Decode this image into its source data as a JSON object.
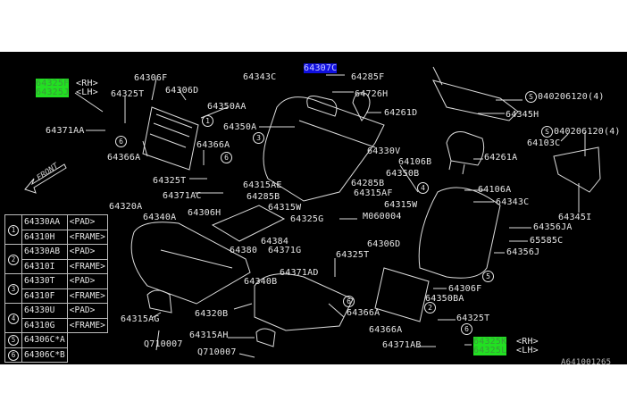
{
  "labels": {
    "p64325F": "64325F",
    "rh1": "<RH>",
    "p64325J": "64325J",
    "lh1": "<LH>",
    "p64306F_a": "64306F",
    "p64306D_a": "64306D",
    "p64325T_a": "64325T",
    "p64350AA": "64350AA",
    "p64371AA": "64371AA",
    "p64366A_a": "64366A",
    "p64366A_b": "64366A",
    "p64325T_b": "64325T",
    "p64371AC": "64371AC",
    "p64315AE": "64315AE",
    "p64285B_a": "64285B",
    "p64315W_a": "64315W",
    "p64320A": "64320A",
    "p64340A": "64340A",
    "p64306H": "64306H",
    "p64343C_a": "64343C",
    "p64350A": "64350A",
    "p64307C": "64307C",
    "p64285F": "64285F",
    "p64726H": "64726H",
    "p64261D": "64261D",
    "p64330V": "64330V",
    "p64106B": "64106B",
    "p64350B": "64350B",
    "p64285B_b": "64285B",
    "p64315AF": "64315AF",
    "p64315W_b": "64315W",
    "p64325G": "64325G",
    "pM060004": "M060004",
    "p64106A": "64106A",
    "p64343C_b": "64343C",
    "p64261A": "64261A",
    "p64345H": "64345H",
    "bolt_a": "040206120(4)",
    "bolt_b": "040206120(4)",
    "p64103C": "64103C",
    "p64345I": "64345I",
    "p64356JA": "64356JA",
    "p65585C": "65585C",
    "p64356J": "64356J",
    "p64306D_b": "64306D",
    "p64325T_c": "64325T",
    "p64384": "64384",
    "p64380": "64380",
    "p64371G": "64371G",
    "p64371AD": "64371AD",
    "p64340B": "64340B",
    "p64306F_b": "64306F",
    "p64350BA": "64350BA",
    "p64366A_c": "64366A",
    "p64366A_d": "64366A",
    "p64325T_d": "64325T",
    "p64371AB": "64371AB",
    "p64325K": "64325K",
    "rh2": "<RH>",
    "p64325L": "64325L",
    "lh2": "<LH>",
    "p64320B": "64320B",
    "p64315AG": "64315AG",
    "q1": "Q710007",
    "p64315AH": "64315AH",
    "q2": "Q710007",
    "figno": "A641001265",
    "front": "FRONT",
    "s": "S"
  },
  "callouts": {
    "one": "1",
    "two": "2",
    "three": "3",
    "four": "4",
    "five": "5",
    "six": "6"
  },
  "legend_table": [
    {
      "ref": "1",
      "part": "64330AA",
      "desc": "<PAD>"
    },
    {
      "ref": "",
      "part": "64310H",
      "desc": "<FRAME>"
    },
    {
      "ref": "2",
      "part": "64330AB",
      "desc": "<PAD>"
    },
    {
      "ref": "",
      "part": "64310I",
      "desc": "<FRAME>"
    },
    {
      "ref": "3",
      "part": "64330T",
      "desc": "<PAD>"
    },
    {
      "ref": "",
      "part": "64310F",
      "desc": "<FRAME>"
    },
    {
      "ref": "4",
      "part": "64330U",
      "desc": "<PAD>"
    },
    {
      "ref": "",
      "part": "64310G",
      "desc": "<FRAME>"
    },
    {
      "ref": "5",
      "part": "64306C*A",
      "desc": ""
    },
    {
      "ref": "6",
      "part": "64306C*B",
      "desc": ""
    }
  ],
  "colors": {
    "background": "#000000",
    "highlight_green": "#22e022",
    "highlight_blue": "#1010e0",
    "line": "#e6e6e6"
  }
}
